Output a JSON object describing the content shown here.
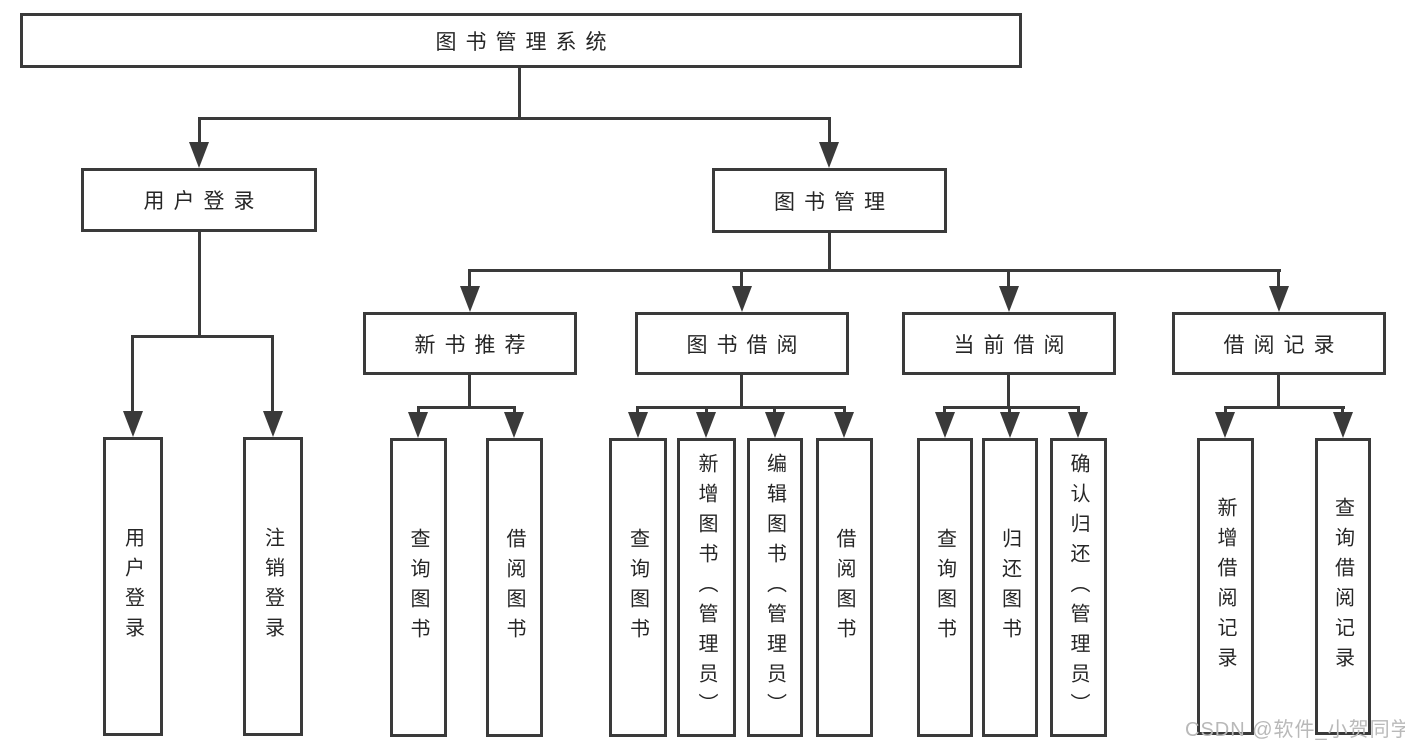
{
  "diagram": {
    "root": {
      "label": "图书管理系统"
    },
    "branches": [
      {
        "label": "用户登录",
        "children": [
          {
            "label": "用户登录"
          },
          {
            "label": "注销登录"
          }
        ]
      },
      {
        "label": "图书管理",
        "children": [
          {
            "label": "新书推荐",
            "children": [
              {
                "label": "查询图书"
              },
              {
                "label": "借阅图书"
              }
            ]
          },
          {
            "label": "图书借阅",
            "children": [
              {
                "label": "查询图书"
              },
              {
                "label": "新增图书（管理员）"
              },
              {
                "label": "编辑图书（管理员）"
              },
              {
                "label": "借阅图书"
              }
            ]
          },
          {
            "label": "当前借阅",
            "children": [
              {
                "label": "查询图书"
              },
              {
                "label": "归还图书"
              },
              {
                "label": "确认归还（管理员）"
              }
            ]
          },
          {
            "label": "借阅记录",
            "children": [
              {
                "label": "新增借阅记录"
              },
              {
                "label": "查询借阅记录"
              }
            ]
          }
        ]
      }
    ]
  },
  "watermark": {
    "text": "CSDN @软件_小贺同学"
  },
  "colors": {
    "line": "#3a3a3a",
    "text": "#262626",
    "watermark": "#b9b9b9",
    "background": "#ffffff"
  }
}
